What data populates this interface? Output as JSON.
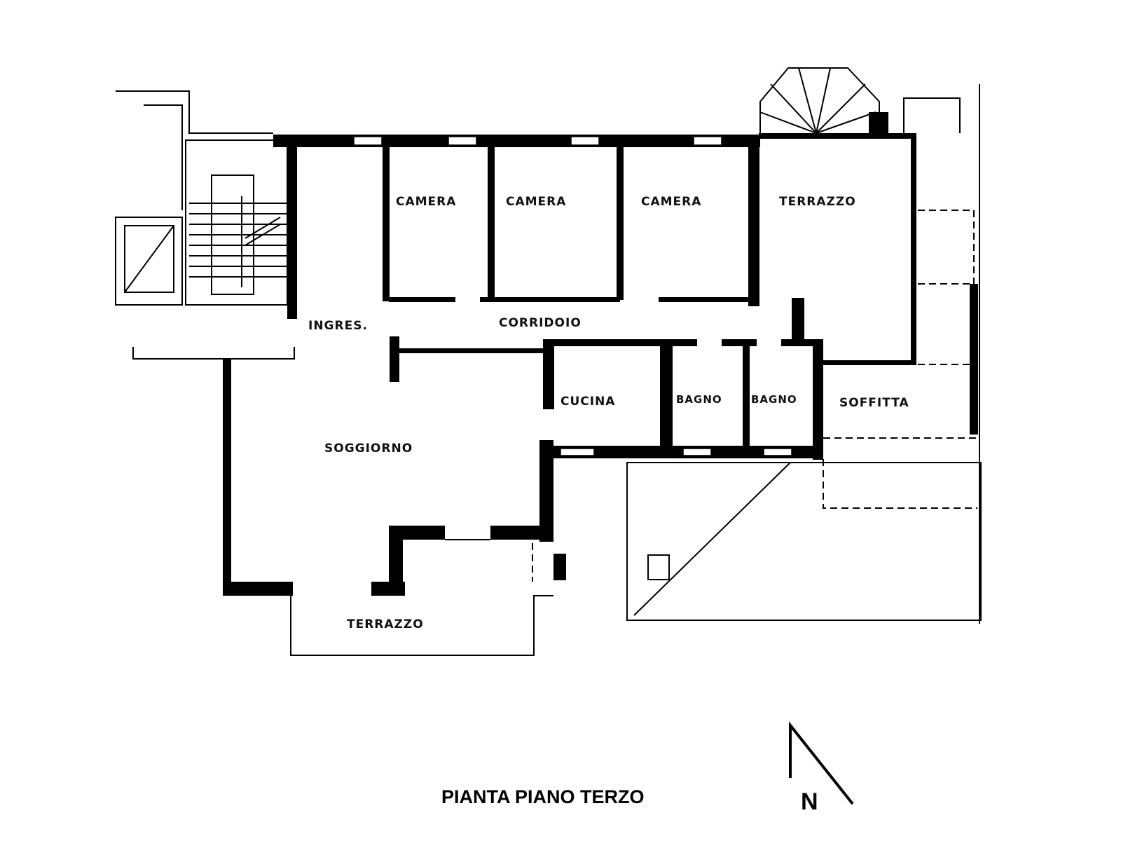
{
  "title": "PIANTA PIANO TERZO",
  "north_label": "N",
  "rooms": {
    "camera_1": "CAMERA",
    "camera_2": "CAMERA",
    "camera_3": "CAMERA",
    "terrazzo_north": "TERRAZZO",
    "ingresso": "INGRES.",
    "corridoio": "CORRIDOIO",
    "cucina": "CUCINA",
    "bagno_1": "BAGNO",
    "bagno_2": "BAGNO",
    "soffitta": "SOFFITTA",
    "soggiorno": "SOGGIORNO",
    "terrazzo_south": "TERRAZZO"
  }
}
